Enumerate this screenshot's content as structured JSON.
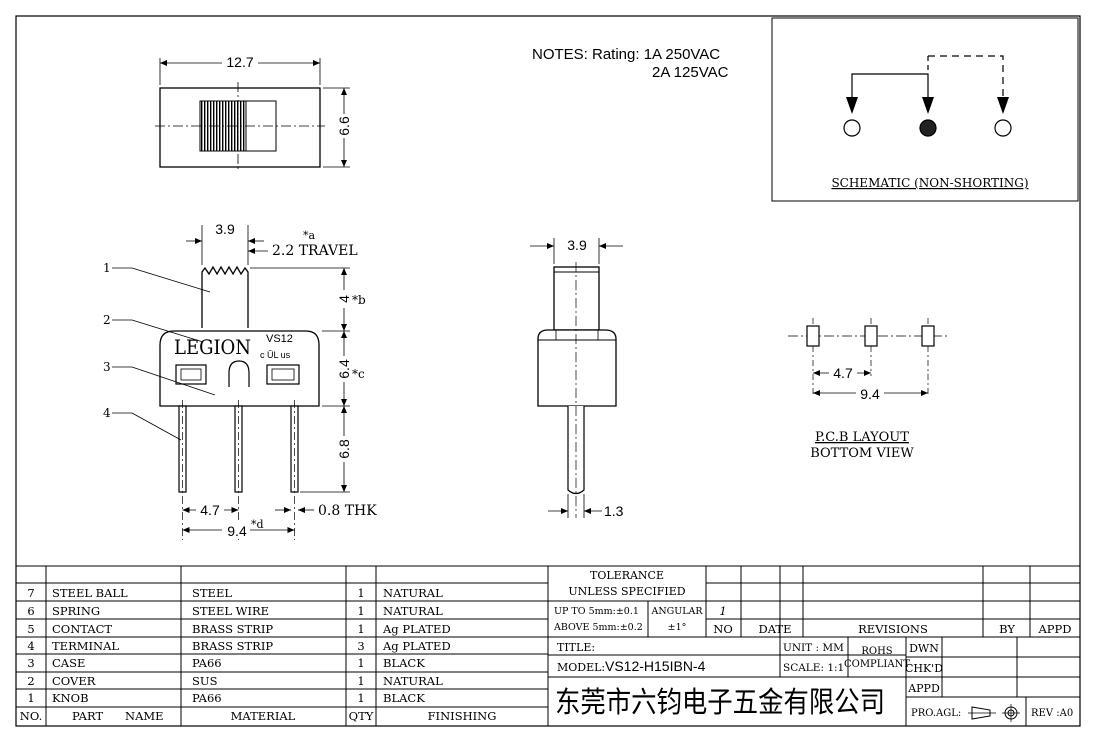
{
  "notes": {
    "line1": "NOTES: Rating: 1A 250VAC",
    "line2": "2A 125VAC"
  },
  "schematic": {
    "label": "SCHEMATIC (NON-SHORTING)"
  },
  "top_view": {
    "width_dim": "12.7",
    "height_dim": "6.6"
  },
  "front_view": {
    "knob_width_dim": "3.9",
    "note_a": "*a",
    "travel_dim": "2.2 TRAVEL",
    "knob_height_dim": "4",
    "note_b": "*b",
    "body_height_dim": "6.4",
    "note_c": "*c",
    "pin_length_dim": "6.8",
    "pitch_dim": "4.7",
    "span_dim": "9.4",
    "note_d": "*d",
    "thickness_dim": "0.8 THK",
    "brand": "LEGION",
    "model_mark": "VS12",
    "cert_mark": "c ŪL us",
    "callouts": [
      "1",
      "2",
      "3",
      "4"
    ]
  },
  "side_view": {
    "width_dim": "3.9",
    "pin_dim": "1.3"
  },
  "pcb_layout": {
    "pitch_dim": "4.7",
    "span_dim": "9.4",
    "title_line1": "P.C.B LAYOUT",
    "title_line2": "BOTTOM VIEW"
  },
  "bom": {
    "headers": {
      "no": "NO.",
      "part": "PART",
      "name": "NAME",
      "material": "MATERIAL",
      "qty": "QTY",
      "finishing": "FINISHING"
    },
    "rows": [
      {
        "no": "7",
        "part": "STEEL BALL",
        "material": "STEEL",
        "qty": "1",
        "finishing": "NATURAL"
      },
      {
        "no": "6",
        "part": "SPRING",
        "material": "STEEL WIRE",
        "qty": "1",
        "finishing": "NATURAL"
      },
      {
        "no": "5",
        "part": "CONTACT",
        "material": "BRASS STRIP",
        "qty": "1",
        "finishing": "Ag PLATED"
      },
      {
        "no": "4",
        "part": "TERMINAL",
        "material": "BRASS STRIP",
        "qty": "3",
        "finishing": "Ag PLATED"
      },
      {
        "no": "3",
        "part": "CASE",
        "material": "PA66",
        "qty": "1",
        "finishing": "BLACK"
      },
      {
        "no": "2",
        "part": "COVER",
        "material": "SUS",
        "qty": "1",
        "finishing": "NATURAL"
      },
      {
        "no": "1",
        "part": "KNOB",
        "material": "PA66",
        "qty": "1",
        "finishing": "BLACK"
      }
    ]
  },
  "tolerance": {
    "title1": "TOLERANCE",
    "title2": "UNLESS  SPECIFIED",
    "up_to": "UP TO 5mm:±0.1",
    "above": "ABOVE 5mm:±0.2",
    "angular_label": "ANGULAR",
    "angular_value": "±1°"
  },
  "revisions": {
    "first_no": "1",
    "no": "NO",
    "date": "DATE",
    "revisions": "REVISIONS",
    "by": "BY",
    "appd": "APPD"
  },
  "title_block": {
    "title_label": "TITLE:",
    "model_label": "MODEL:",
    "model_value": "VS12-H15IBN-4",
    "unit": "UNIT : MM",
    "scale": "SCALE: 1:1",
    "rohs1": "ROHS",
    "rohs2": "COMPLIANT",
    "dwn": "DWN",
    "chkd": "CHK'D",
    "appd": "APPD",
    "company": "东莞市六钧电子五金有限公司",
    "proj_angle": "PRO.AGL:",
    "rev": "REV :A0"
  }
}
